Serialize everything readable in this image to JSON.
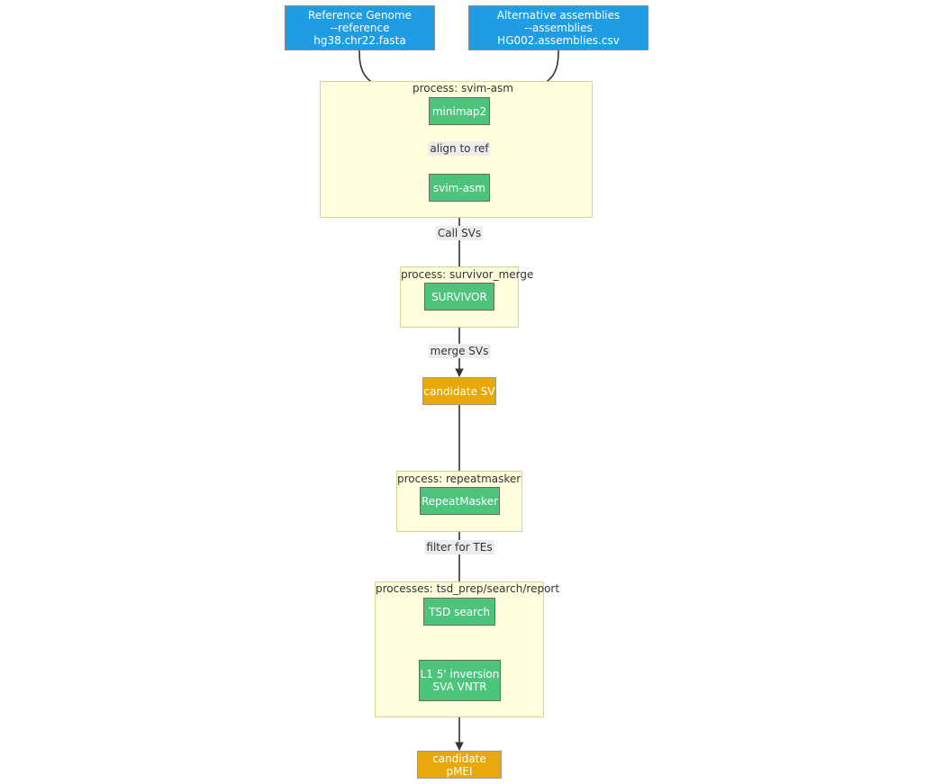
{
  "diagram": {
    "title": "pMEI detection pipeline flowchart",
    "colors": {
      "input_fill": "#1f9de4",
      "process_fill": "#4cc47c",
      "output_fill": "#e8a80c",
      "cluster_fill": "#ffffde",
      "cluster_border": "#d5d58c",
      "edge_label_bg": "#ececec",
      "edge_stroke": "#333333",
      "background": "#ffffff"
    }
  },
  "clusters": [
    {
      "id": "svim_asm",
      "label": "process: svim-asm"
    },
    {
      "id": "survivor",
      "label": "process: survivor_merge"
    },
    {
      "id": "repeatmasker",
      "label": "process: repeatmasker"
    },
    {
      "id": "tsd",
      "label": "processes: tsd_prep/search/report"
    }
  ],
  "nodes": [
    {
      "id": "reference",
      "label": "Reference Genome\n--reference hg38.chr22.fasta",
      "kind": "input"
    },
    {
      "id": "assemblies",
      "label": "Alternative assemblies\n--assemblies HG002.assemblies.csv",
      "kind": "input"
    },
    {
      "id": "minimap2",
      "label": "minimap2",
      "kind": "process"
    },
    {
      "id": "svimasm",
      "label": "svim-asm",
      "kind": "process"
    },
    {
      "id": "survivor",
      "label": "SURVIVOR",
      "kind": "process"
    },
    {
      "id": "candidate_sv",
      "label": "candidate SV",
      "kind": "output"
    },
    {
      "id": "repeatmasker",
      "label": "RepeatMasker",
      "kind": "process"
    },
    {
      "id": "tsd_search",
      "label": "TSD search",
      "kind": "process"
    },
    {
      "id": "l1_inv",
      "label": "L1 5' inversion\nSVA VNTR",
      "kind": "process"
    },
    {
      "id": "candidate_pmei",
      "label": "candidate pMEI",
      "kind": "output"
    }
  ],
  "edges": [
    {
      "from": "reference",
      "to": "minimap2",
      "label": ""
    },
    {
      "from": "assemblies",
      "to": "minimap2",
      "label": ""
    },
    {
      "from": "minimap2",
      "to": "svimasm",
      "label": "align to ref"
    },
    {
      "from": "svimasm",
      "to": "survivor",
      "label": "Call SVs"
    },
    {
      "from": "survivor",
      "to": "candidate_sv",
      "label": "merge SVs"
    },
    {
      "from": "candidate_sv",
      "to": "repeatmasker",
      "label": ""
    },
    {
      "from": "repeatmasker",
      "to": "tsd_search",
      "label": "filter for TEs"
    },
    {
      "from": "tsd_search",
      "to": "l1_inv",
      "label": ""
    },
    {
      "from": "l1_inv",
      "to": "candidate_pmei",
      "label": ""
    }
  ]
}
